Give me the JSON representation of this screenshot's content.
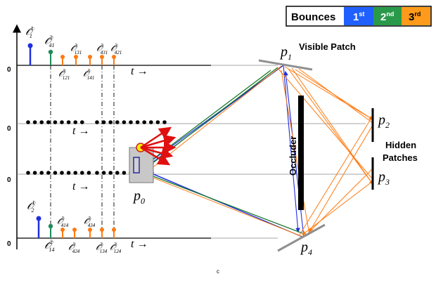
{
  "legend": {
    "title": "Bounces",
    "items": [
      {
        "label": "1",
        "sup": "st",
        "color": "#2060ff"
      },
      {
        "label": "2",
        "sup": "nd",
        "color": "#2a9a4a"
      },
      {
        "label": "3",
        "sup": "rd",
        "color": "#ff9a1a"
      }
    ]
  },
  "colors": {
    "first": "#1f2fe0",
    "second": "#1a7a2a",
    "third": "#ff7a10",
    "red": "#e01010",
    "wall": "#909090"
  },
  "timelines": {
    "zero": "0",
    "t_label": "t →",
    "row1": {
      "labels": [
        {
          "base": "𝒪",
          "sup": "1",
          "sub": "1"
        },
        {
          "base": "𝒪",
          "sup": "2",
          "sub": "41"
        },
        {
          "base": "𝒪",
          "sup": "3",
          "sub": "121"
        },
        {
          "base": "𝒪",
          "sup": "3",
          "sub": "131"
        },
        {
          "base": "𝒪",
          "sup": "3",
          "sub": "141"
        },
        {
          "base": "𝒪",
          "sup": "3",
          "sub": "431"
        },
        {
          "base": "𝒪",
          "sup": "3",
          "sub": "421"
        }
      ]
    },
    "row4": {
      "labels": [
        {
          "base": "𝒪",
          "sup": "1",
          "sub": "2"
        },
        {
          "base": "𝒪",
          "sup": "2",
          "sub": "14"
        },
        {
          "base": "𝒪",
          "sup": "3",
          "sub": "414"
        },
        {
          "base": "𝒪",
          "sup": "3",
          "sub": "424"
        },
        {
          "base": "𝒪",
          "sup": "3",
          "sub": "434"
        },
        {
          "base": "𝒪",
          "sup": "3",
          "sub": "134"
        },
        {
          "base": "𝒪",
          "sup": "3",
          "sub": "124"
        }
      ]
    }
  },
  "scene": {
    "p0": {
      "base": "p",
      "sub": "0"
    },
    "p1": {
      "base": "p",
      "sub": "1"
    },
    "p2": {
      "base": "p",
      "sub": "2"
    },
    "p3": {
      "base": "p",
      "sub": "3"
    },
    "p4": {
      "base": "p",
      "sub": "4"
    },
    "visible_patch": "Visible Patch",
    "hidden_line1": "Hidden",
    "hidden_line2": "Patches",
    "occluder": "Occluder"
  },
  "caption": "c"
}
